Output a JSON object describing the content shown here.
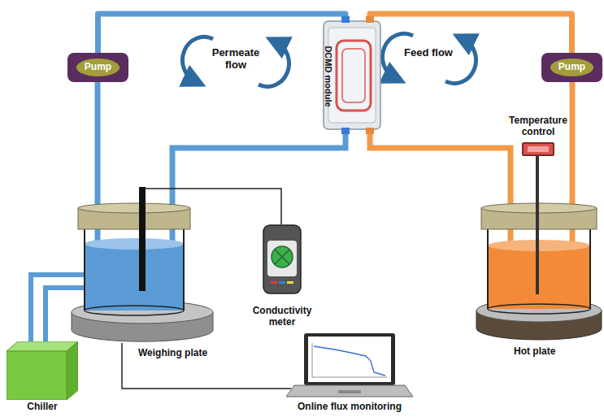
{
  "diagram": {
    "nodes": [
      {
        "text": [
          "Pump"
        ]
      },
      {
        "text": [
          "DCMD module"
        ]
      },
      {
        "text": [
          "Pump"
        ]
      },
      {
        "text": [
          "Temperature control"
        ]
      },
      {
        "text": [
          "Weighing plate"
        ]
      },
      {
        "text": [
          "Conductivity meter"
        ]
      },
      {
        "text": [
          "Hot plate"
        ]
      },
      {
        "text": [
          "Chiller"
        ]
      },
      {
        "text": [
          "Online flux monitoring"
        ]
      }
    ],
    "edges": [
      {
        "from": 0,
        "to": 1,
        "arrow": "none"
      },
      {
        "from": 2,
        "to": 1,
        "arrow": "none"
      },
      {
        "from": 4,
        "to": 8,
        "arrow": "none"
      }
    ],
    "labels": [
      "Permeate flow",
      "Feed flow"
    ]
  }
}
